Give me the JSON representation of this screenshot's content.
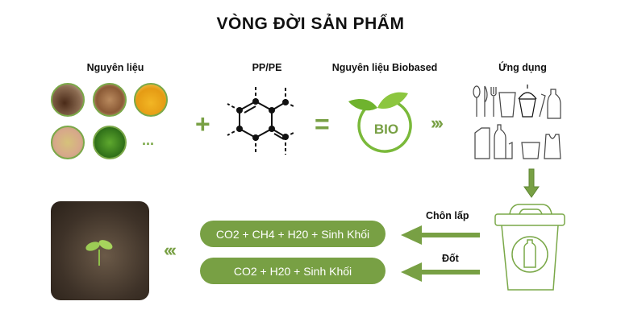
{
  "title": "VÒNG ĐỜI SẢN PHẨM",
  "labels": {
    "raw_materials": "Nguyên liệu",
    "polymer": "PP/PE",
    "biobased": "Nguyên liệu Biobased",
    "applications": "Ứng dụng"
  },
  "symbols": {
    "plus": "+",
    "equals": "=",
    "more": "...",
    "forward": "»»",
    "back": "«««"
  },
  "bio_logo_text": "BIO",
  "disposal": {
    "landfill_label": "Chôn lấp",
    "landfill_result": "CO2 + CH4 + H20 + Sinh Khối",
    "burn_label": "Đốt",
    "burn_result": "CO2 + H20 + Sinh Khối"
  },
  "colors": {
    "green": "#78a044",
    "light_green": "#7aa848"
  }
}
